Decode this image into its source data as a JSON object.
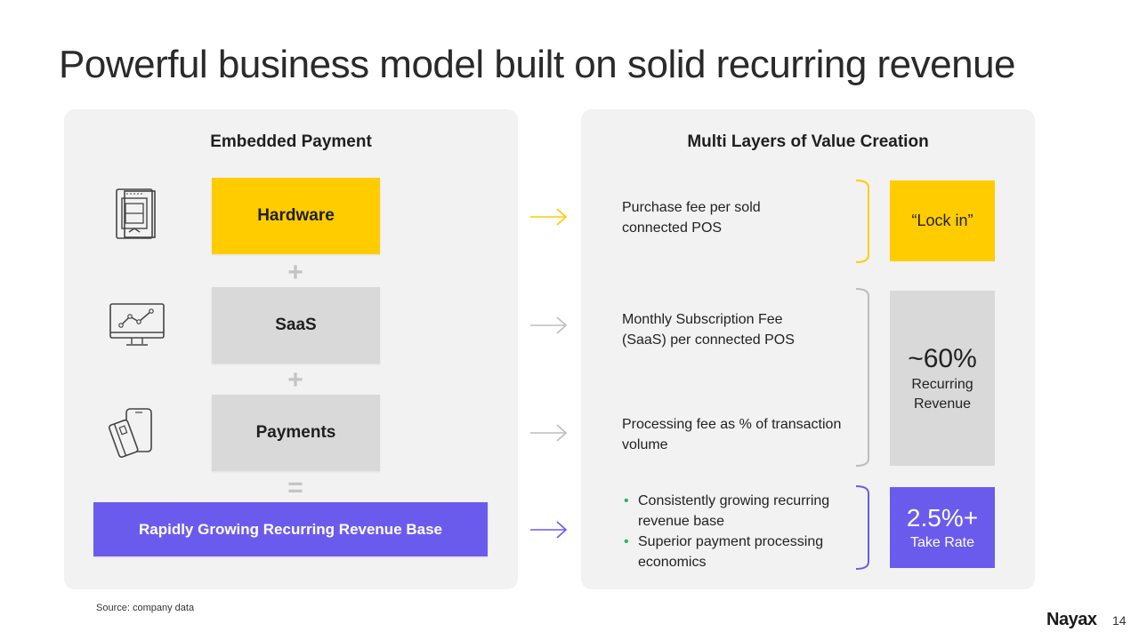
{
  "title": "Powerful business model built on solid recurring revenue",
  "left_panel": {
    "heading": "Embedded Payment",
    "components": [
      {
        "label": "Hardware",
        "icon": "pos-terminal-icon",
        "color": "#ffcc00"
      },
      {
        "label": "SaaS",
        "icon": "monitor-chart-icon",
        "color": "#d9d9d9"
      },
      {
        "label": "Payments",
        "icon": "card-phone-icon",
        "color": "#d9d9d9"
      }
    ],
    "operators": [
      "+",
      "+",
      "="
    ],
    "result_label": "Rapidly Growing Recurring Revenue Base"
  },
  "right_panel": {
    "heading": "Multi Layers of Value Creation",
    "descriptions": {
      "hardware": [
        "Purchase fee per sold",
        "connected POS"
      ],
      "saas": [
        "Monthly Subscription Fee",
        "(SaaS) per connected POS"
      ],
      "payments": [
        "Processing fee as % of transaction",
        "volume"
      ]
    },
    "bullets": [
      {
        "line1": "Consistently growing recurring",
        "line2": "revenue base"
      },
      {
        "line1": "Superior payment processing",
        "line2": "economics"
      }
    ],
    "results": {
      "lock_in": "“Lock in”",
      "recurring_big": "~60%",
      "recurring_line1": "Recurring",
      "recurring_line2": "Revenue",
      "take_big": "2.5%+",
      "take_small": "Take Rate"
    }
  },
  "colors": {
    "yellow": "#ffcc00",
    "grey": "#d9d9d9",
    "purple": "#6b5bed",
    "bullet": "#22b573"
  },
  "footer": {
    "source": "Source:  company data",
    "logo_main": "Nayax",
    "page_number": "14"
  }
}
